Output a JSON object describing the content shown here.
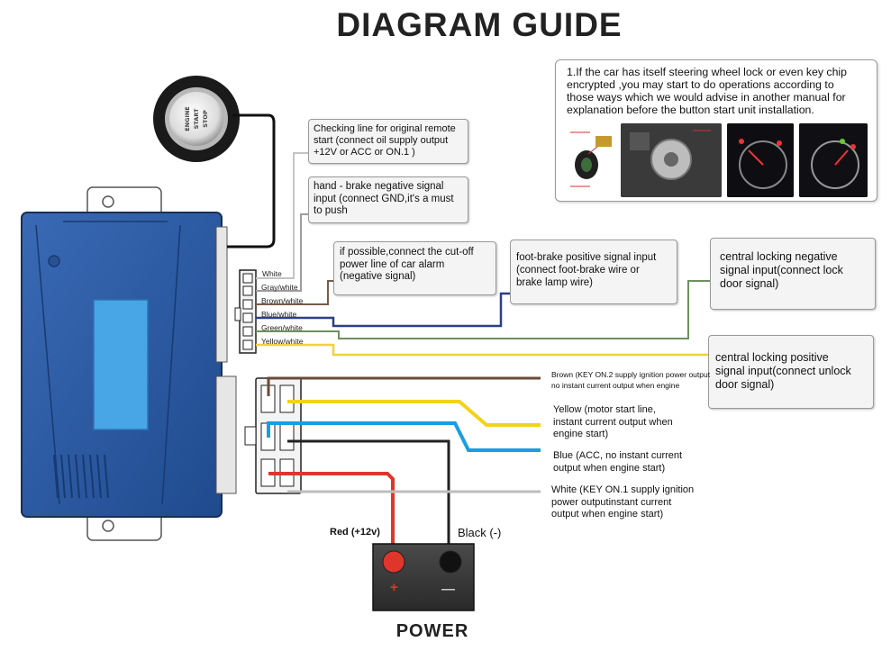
{
  "title": "DIAGRAM GUIDE",
  "start_button": {
    "lines": [
      "ENGINE",
      "START",
      "STOP"
    ]
  },
  "note": {
    "lines": [
      "1.If the car has itself steering wheel lock or even key chip",
      "encrypted ,you may start to do operations according to",
      "those ways which we would advise in another manual for",
      "explanation before the button start unit installation."
    ]
  },
  "callouts": [
    {
      "lines": [
        "Checking line for original remote",
        "start (connect oil supply output",
        "+12V or ACC or ON.1 )"
      ]
    },
    {
      "lines": [
        "hand - brake negative signal",
        "input (connect GND,it's a must",
        "to push"
      ]
    },
    {
      "lines": [
        "if possible,connect the cut-off",
        "power line of car alarm",
        "(negative signal)"
      ]
    },
    {
      "lines": [
        "foot-brake positive signal input",
        "(connect foot-brake wire or",
        "brake lamp wire)"
      ]
    },
    {
      "lines": [
        "central locking negative",
        "signal input(connect lock",
        "door signal)"
      ]
    },
    {
      "lines": [
        "central locking positive",
        "signal input(connect unlock",
        "door signal)"
      ]
    }
  ],
  "wire_labels": [
    "White",
    "Gray/white",
    "Brown/white",
    "Blue/white",
    "Green/white",
    "Yellow/white"
  ],
  "power_wires": [
    {
      "lines": [
        "Brown  (KEY ON.2 supply ignition power output",
        "no instant current output when engine"
      ]
    },
    {
      "lines": [
        "Yellow (motor start line,",
        "instant current output when",
        "engine start)"
      ]
    },
    {
      "lines": [
        "Blue  (ACC, no instant current",
        "output when engine start)"
      ]
    },
    {
      "lines": [
        "White (KEY ON.1 supply ignition",
        "power outputinstant current",
        "output when engine start)"
      ]
    }
  ],
  "battery": {
    "red_label": "Red  (+12v)",
    "black_label": "Black (-)",
    "plus": "+",
    "minus": "—",
    "caption": "POWER"
  },
  "colors": {
    "module_blue": "#2b58a0",
    "wire_yellow": "#f3d21a",
    "wire_blue": "#1a9ee0",
    "wire_red": "#e0352b",
    "wire_brown": "#6b4a3a",
    "wire_gray": "#bdbdbd",
    "wire_navy": "#2c3e88"
  }
}
